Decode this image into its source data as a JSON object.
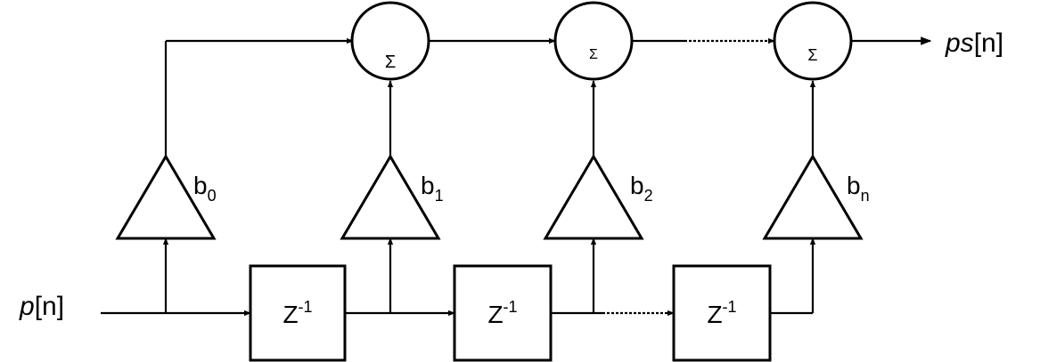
{
  "input_signal": {
    "name": "p",
    "index": "[n]"
  },
  "output_signal": {
    "name": "ps",
    "index": "[n]"
  },
  "sum_symbol": "Σ",
  "delay": {
    "base": "Z",
    "exponent": "-1"
  },
  "coefficients": [
    {
      "base": "b",
      "sub": "0"
    },
    {
      "base": "b",
      "sub": "1"
    },
    {
      "base": "b",
      "sub": "2"
    },
    {
      "base": "b",
      "sub": "n"
    }
  ]
}
